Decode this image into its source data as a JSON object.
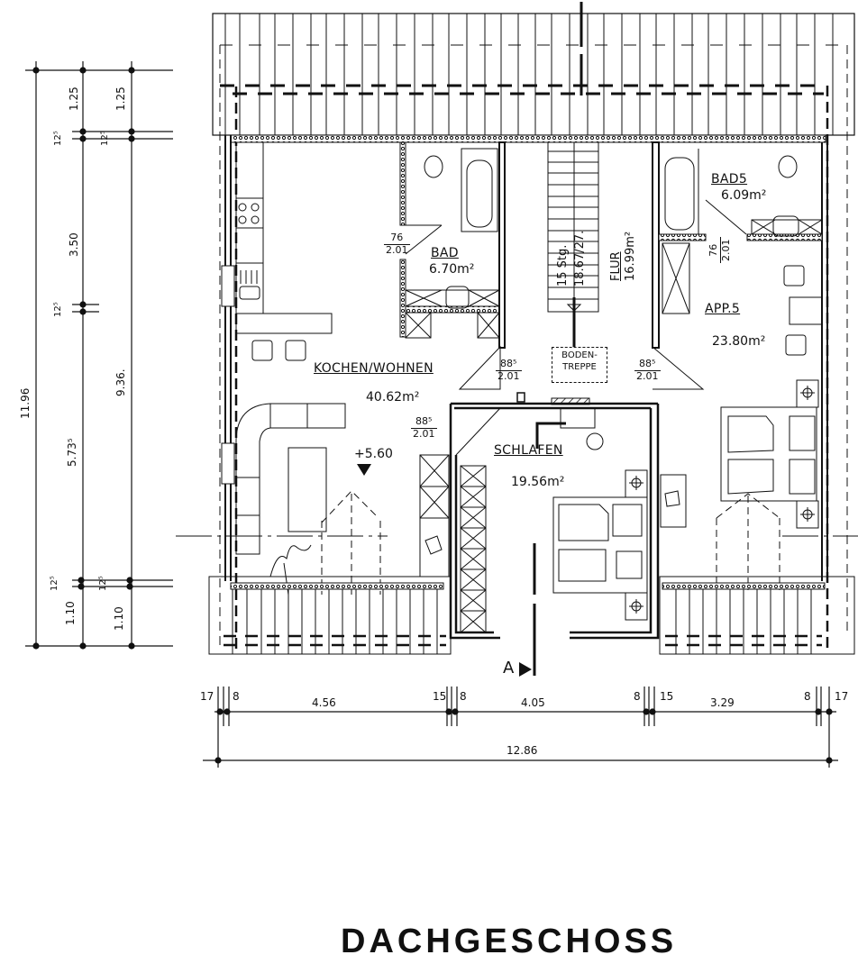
{
  "title": "DACHGESCHOSS",
  "elevation_marker": "+5.60",
  "section_marker": "A",
  "rooms": {
    "kochen_wohnen": {
      "name": "KOCHEN/WOHNEN",
      "area": "40.62m²"
    },
    "bad": {
      "name": "BAD",
      "area": "6.70m²"
    },
    "flur": {
      "name": "FLUR",
      "area": "16.99m²"
    },
    "stair": {
      "steps": "15 Stg.",
      "ratio": "18.67/27."
    },
    "bad5": {
      "name": "BAD5",
      "area": "6.09m²"
    },
    "app5": {
      "name": "APP.5",
      "area": "23.80m²"
    },
    "schlafen": {
      "name": "SCHLAFEN",
      "area": "19.56m²"
    },
    "bodentreppe": {
      "line1": "BODEN-",
      "line2": "TREPPE"
    }
  },
  "doors": {
    "bad_door": {
      "width": "76",
      "height": "2.01"
    },
    "bad5_door": {
      "width": "76",
      "height": "2.01"
    },
    "kochen_door": {
      "width": "88⁵",
      "height": "2.01"
    },
    "app5_door": {
      "width": "88⁵",
      "height": "2.01"
    },
    "schlafen_door": {
      "width": "88⁵",
      "height": "2.01"
    }
  },
  "dimensions": {
    "left": {
      "total": "11.96",
      "col1": [
        "1.25",
        "12⁵",
        "3.50",
        "12⁵",
        "5.73⁵",
        "12⁵",
        "1.10"
      ],
      "col2": [
        "1.25",
        "12⁵",
        "9.36.",
        "12⁵",
        "1.10"
      ]
    },
    "bottom": {
      "segments": [
        "17",
        "8",
        "4.56",
        "15",
        "8",
        "4.05",
        "8",
        "15",
        "3.29",
        "8",
        "17"
      ],
      "total": "12.86"
    }
  },
  "colors": {
    "ink": "#111111",
    "paper": "#ffffff"
  }
}
